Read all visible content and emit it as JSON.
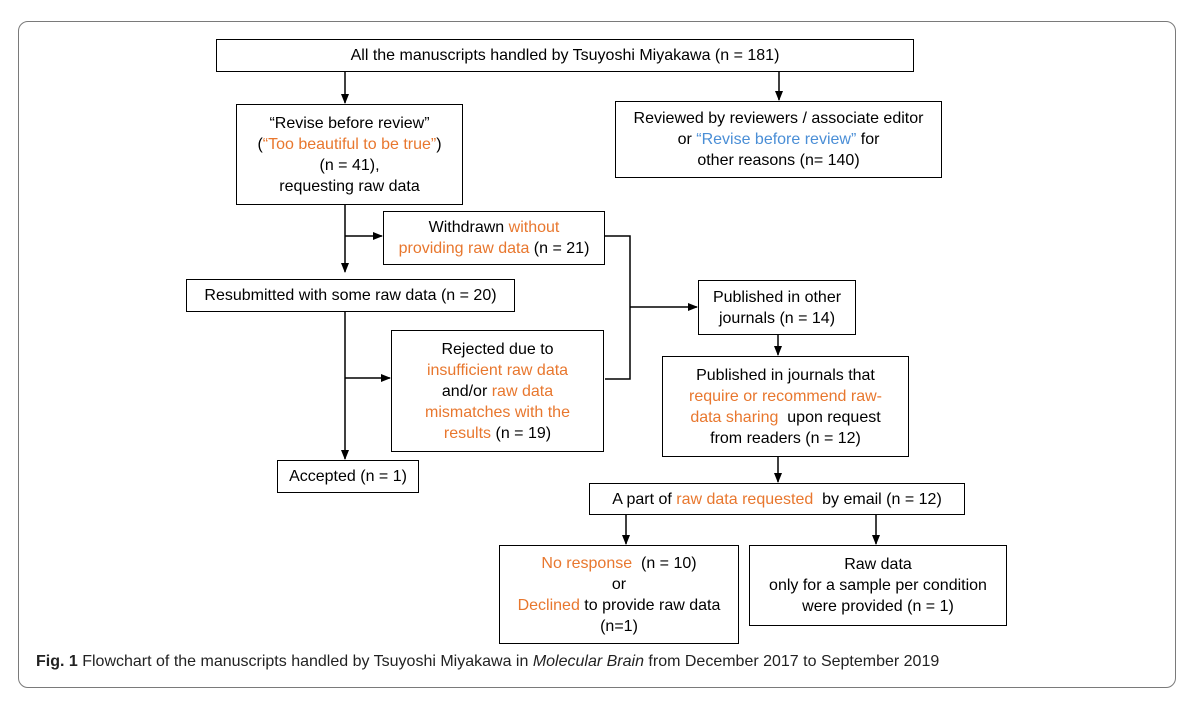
{
  "boxes": {
    "all": {
      "pre": "All the manuscripts handled by Tsuyoshi Miyakawa (n = 181)"
    },
    "revise": {
      "l1": "“Revise before review”",
      "l2a": "(",
      "l2b": "“Too beautiful to be true”",
      "l2c": ")",
      "l3": "(n = 41),",
      "l4": "requesting raw data"
    },
    "reviewed": {
      "l1": "Reviewed by reviewers / associate editor",
      "l2a": "or ",
      "l2b": "“Revise before review”",
      "l2c": " for",
      "l3": "other reasons (n= 140)"
    },
    "withdrawn": {
      "l1a": "Withdrawn ",
      "l1b": "without",
      "l2a": "providing raw data",
      "l2b": " (n = 21)"
    },
    "resubmitted": {
      "text": "Resubmitted with some raw data (n = 20)"
    },
    "published_other": {
      "l1": "Published in other",
      "l2": "journals (n = 14)"
    },
    "rejected": {
      "l1": "Rejected due to",
      "l2": "insufficient raw data",
      "l3a": "and/or ",
      "l3b": "raw data",
      "l4": "mismatches with the",
      "l5a": "results",
      "l5b": " (n = 19)"
    },
    "published_require": {
      "l1": "Published in journals that",
      "l2": "require or recommend raw-",
      "l3a": "data sharing",
      "l3b": "  upon request",
      "l4": "from readers (n = 12)"
    },
    "accepted": {
      "text": "Accepted (n = 1)"
    },
    "requested": {
      "a": "A part of ",
      "b": "raw data requested",
      "c": "  by email (n = 12)"
    },
    "no_response": {
      "l1a": "No response",
      "l1b": "  (n = 10)",
      "l2": "or",
      "l3a": "Declined",
      "l3b": " to provide raw data",
      "l4": "(n=1)"
    },
    "raw_sample": {
      "l1": "Raw data",
      "l2": "only for a sample per condition",
      "l3": "were provided (n = 1)"
    }
  },
  "caption": {
    "label": "Fig. 1",
    "text_a": " Flowchart of the manuscripts handled by Tsuyoshi Miyakawa in ",
    "journal": "Molecular Brain",
    "text_b": " from December 2017 to September 2019"
  },
  "colors": {
    "highlight": "#e8772e",
    "quote_blue": "#4a8ed6"
  }
}
